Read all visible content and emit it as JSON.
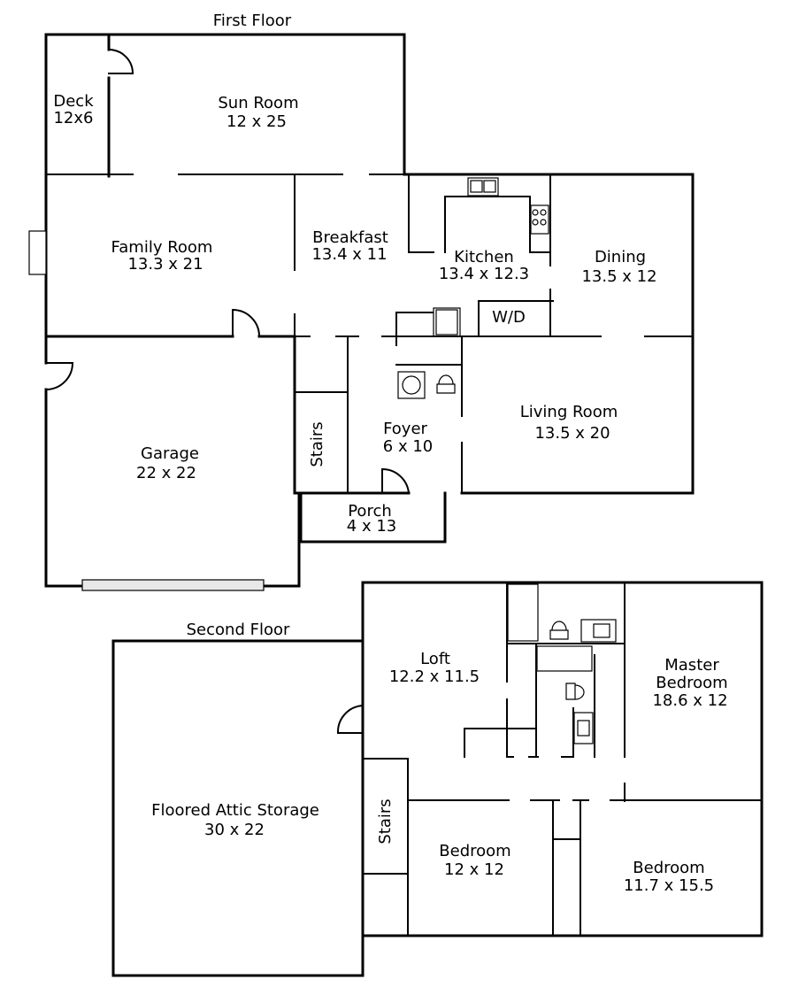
{
  "floors": {
    "first": "First Floor",
    "second": "Second Floor"
  },
  "rooms": {
    "deck": {
      "name": "Deck",
      "size": "12x6"
    },
    "sun_room": {
      "name": "Sun Room",
      "size": "12 x 25"
    },
    "family_room": {
      "name": "Family Room",
      "size": "13.3 x 21"
    },
    "breakfast": {
      "name": "Breakfast",
      "size": "13.4 x 11"
    },
    "kitchen": {
      "name": "Kitchen",
      "size": "13.4 x 12.3"
    },
    "dining": {
      "name": "Dining",
      "size": "13.5 x 12"
    },
    "wd": {
      "name": "W/D"
    },
    "garage": {
      "name": "Garage",
      "size": "22 x 22"
    },
    "stairs_1": {
      "name": "Stairs"
    },
    "foyer": {
      "name": "Foyer",
      "size": "6 x 10"
    },
    "living_room": {
      "name": "Living Room",
      "size": "13.5 x 20"
    },
    "porch": {
      "name": "Porch",
      "size": "4 x 13"
    },
    "loft": {
      "name": "Loft",
      "size": "12.2 x 11.5"
    },
    "master_bedroom": {
      "name": "Master",
      "name2": "Bedroom",
      "size": "18.6 x 12"
    },
    "attic": {
      "name": "Floored Attic Storage",
      "size": "30 x 22"
    },
    "stairs_2": {
      "name": "Stairs"
    },
    "bedroom_1": {
      "name": "Bedroom",
      "size": "12 x 12"
    },
    "bedroom_2": {
      "name": "Bedroom",
      "size": "11.7 x 15.5"
    }
  }
}
